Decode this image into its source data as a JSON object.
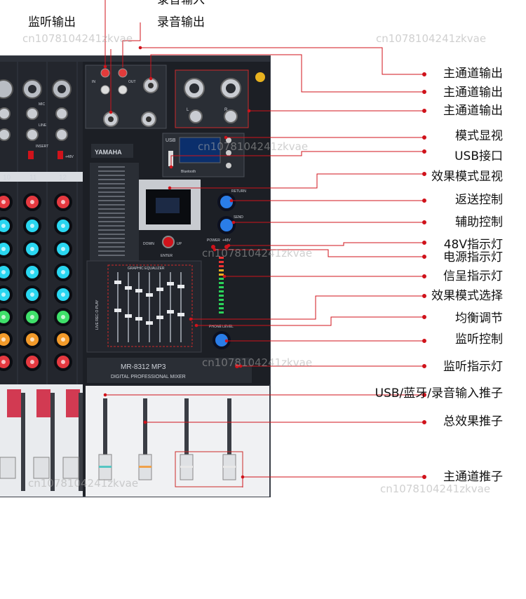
{
  "callouts_left": [
    {
      "id": "monitor-out",
      "text": "监听输出"
    },
    {
      "id": "rec-in",
      "text": "录音输入"
    },
    {
      "id": "rec-out",
      "text": "录音输出"
    }
  ],
  "callouts_right": [
    {
      "id": "main-out-1",
      "text": "主通道输出"
    },
    {
      "id": "main-out-2",
      "text": "主通道输出"
    },
    {
      "id": "main-out-3",
      "text": "主通道输出"
    },
    {
      "id": "mode-display",
      "text": "模式显视"
    },
    {
      "id": "usb-port",
      "text": "USB接口"
    },
    {
      "id": "fx-mode-display",
      "text": "效果模式显视"
    },
    {
      "id": "return-control",
      "text": "返送控制"
    },
    {
      "id": "aux-control",
      "text": "辅助控制"
    },
    {
      "id": "phantom-led",
      "text": "48V指示灯"
    },
    {
      "id": "power-led",
      "text": "电源指示灯"
    },
    {
      "id": "signal-led",
      "text": "信呈指示灯"
    },
    {
      "id": "fx-mode-select",
      "text": "效果模式选择"
    },
    {
      "id": "eq-adjust",
      "text": "均衡调节"
    },
    {
      "id": "monitor-control",
      "text": "监听控制"
    },
    {
      "id": "monitor-led",
      "text": "监听指示灯"
    },
    {
      "id": "usb-bt-rec-fader",
      "text": "USB/蓝牙/录音输入推子"
    },
    {
      "id": "master-fx-fader",
      "text": "总效果推子"
    },
    {
      "id": "main-fader",
      "text": "主通道推子"
    }
  ],
  "watermark": "cn1078104241zkvae",
  "panel": {
    "brand": "YAMAHA",
    "model": "MR-8312 MP3",
    "subtitle": "DIGITAL PROFESSIONAL MIXER",
    "eq_title": "GRAPHIC EQUALIZER",
    "channels": [
      "10",
      "11",
      "12"
    ],
    "labels": {
      "mic": "MIC",
      "line": "LINE",
      "insert": "INSERT",
      "phantom": "+48V",
      "usb": "USB",
      "bluetooth": "Bluetooth",
      "return": "RETURN",
      "send": "SEND",
      "power": "POWER",
      "power_48": "+48V",
      "phone_level": "PHONE LEVEL",
      "down": "DOWN",
      "up": "UP",
      "enter": "ENTER",
      "live_rec": "LIVE REC·O·PLAY",
      "in": "IN",
      "out": "OUT",
      "l": "L",
      "r": "R"
    }
  },
  "colors": {
    "panel": "#22252c",
    "accent": "#d0131b",
    "knob_cyan": "#29d6f0",
    "knob_green": "#3fe06a",
    "knob_orange": "#f29a2a",
    "knob_red": "#e53940",
    "knob_blue": "#2a7de8"
  }
}
